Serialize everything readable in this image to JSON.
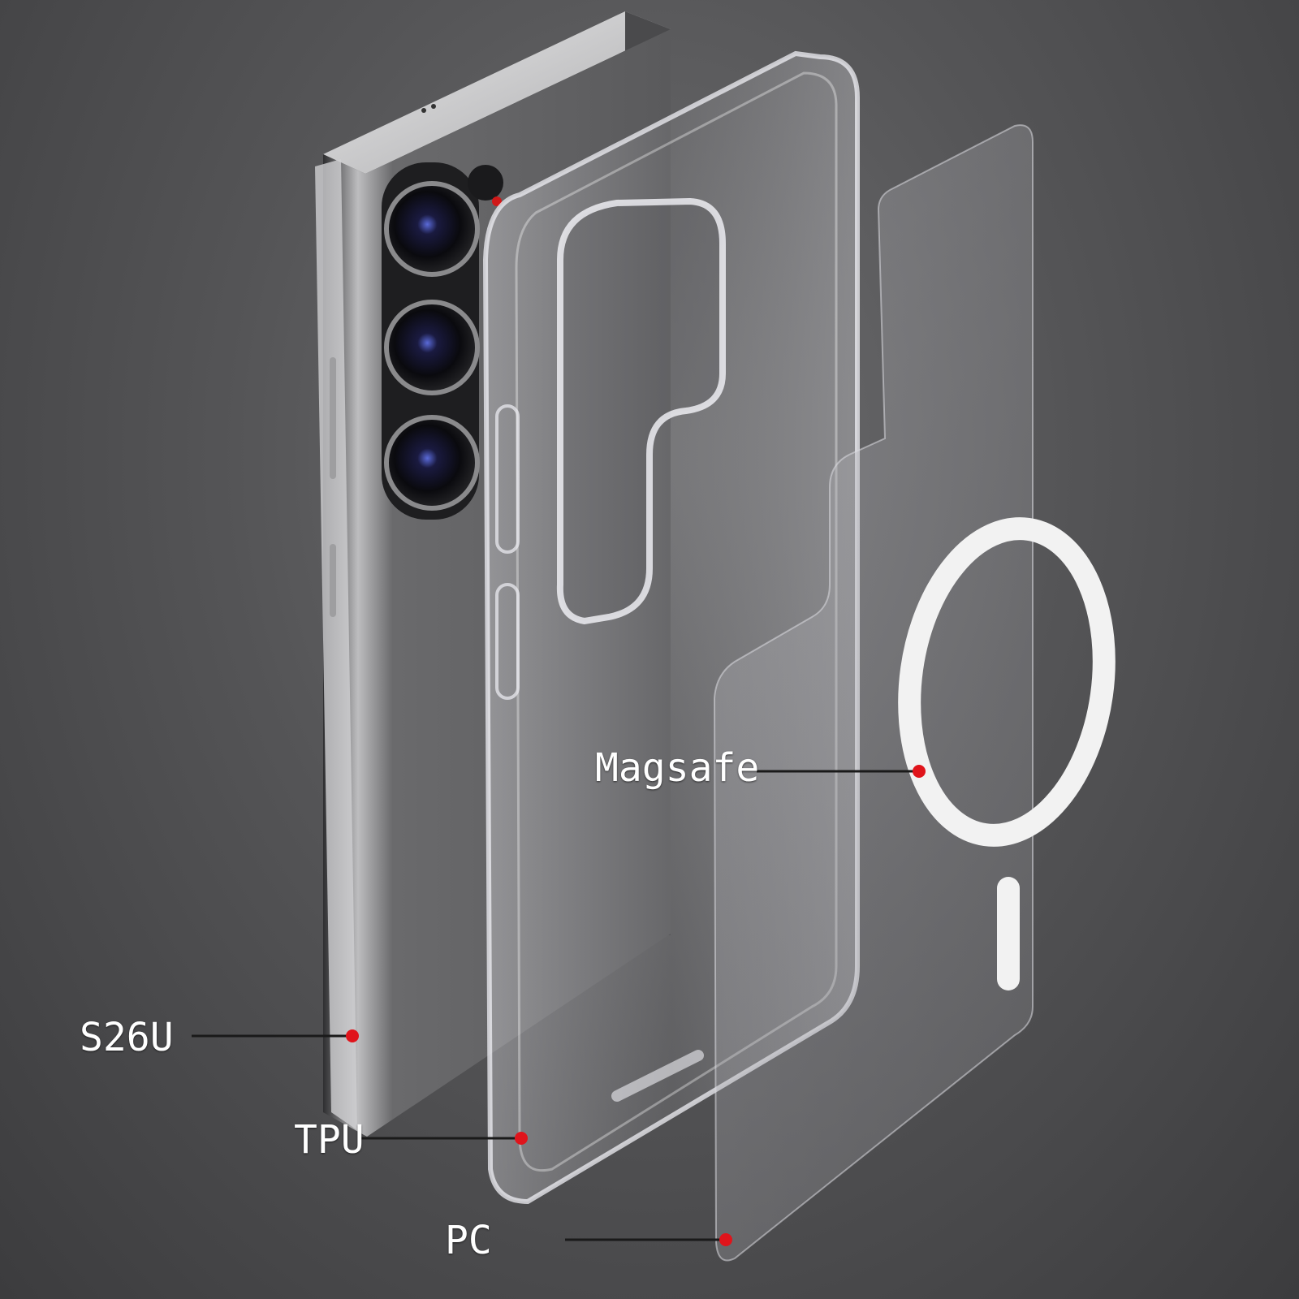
{
  "callouts": {
    "magsafe": "Magsafe",
    "s26u": "S26U",
    "tpu": "TPU",
    "pc": "PC"
  },
  "colors": {
    "background": "#58585a",
    "callout_dot": "#e0141b",
    "leader_line": "#1a1a1a",
    "label_text": "#ffffff",
    "magsafe_ring": "#f2f2f2"
  }
}
